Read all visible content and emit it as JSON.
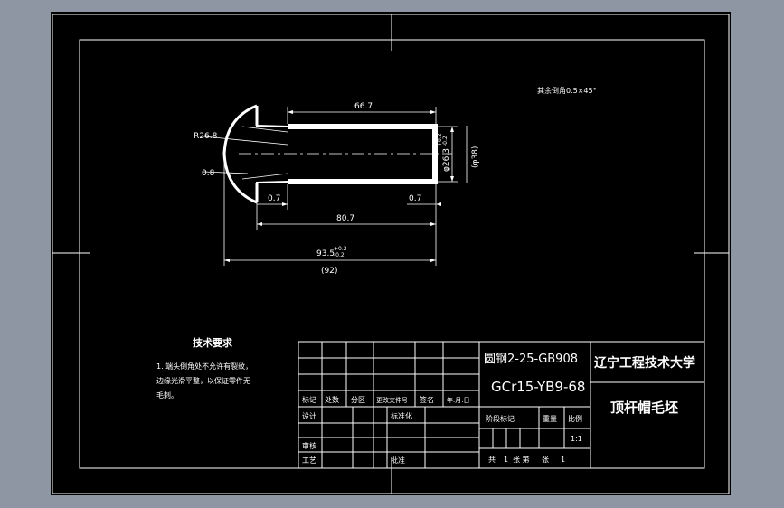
{
  "drawing": {
    "corner_note": "其余倒角0.5×45°",
    "dimensions": {
      "dim_66_7": "66.7",
      "dim_80_7": "80.7",
      "dim_93_5": "93.5",
      "dim_93_5_tol_upper": "+0.2",
      "dim_93_5_tol_lower": "-0.2",
      "dim_92_ref": "(92)",
      "dim_0_7_left": "0.7",
      "dim_0_7_right": "0.7",
      "dim_r26_8": "R26.8",
      "dim_0_8": "0.8",
      "dim_dia_26_3": "φ26.3",
      "dim_dia_tol_upper": "+0.2",
      "dim_dia_tol_lower": "-0.2",
      "dim_dia_38_ref": "(φ38)"
    },
    "tech_requirements": {
      "title": "技术要求",
      "line1": "1. 端头倒角处不允许有裂纹，",
      "line2": "边缘光滑平整，以保证零件无",
      "line3": "毛刺。"
    }
  },
  "title_block": {
    "material_line1": "圆钢2-25-GB908",
    "material_line2": "GCr15-YB9-68",
    "school": "辽宁工程技术大学",
    "part_name": "顶杆帽毛坯",
    "scale_value": "1:1",
    "sheets_label": "共",
    "sheets_total": "1",
    "sheets_mid": "张 第",
    "sheet_no_label": "张",
    "sheet_index": "1",
    "labels": {
      "mark": "标记",
      "count": "处数",
      "zone": "分区",
      "change_doc": "更改文件号",
      "signature": "签名",
      "date": "年.月.日",
      "design": "设计",
      "standardize": "标准化",
      "review": "审核",
      "process": "工艺",
      "approve": "批准",
      "stage_mark": "阶段标记",
      "weight": "重量",
      "scale": "比例"
    }
  },
  "colors": {
    "background": "#8e96a4",
    "sheet": "#000000",
    "lines": "#ffffff",
    "shaft_fill": "#ffffff"
  }
}
